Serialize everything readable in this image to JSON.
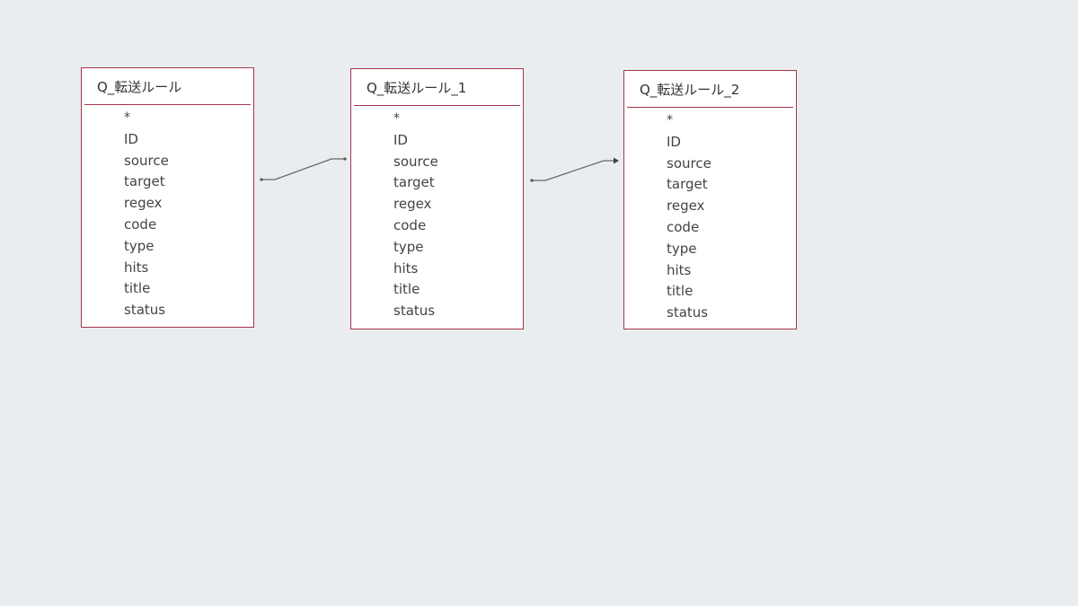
{
  "tables": [
    {
      "title": "Q_転送ルール",
      "fields": [
        "*",
        "ID",
        "source",
        "target",
        "regex",
        "code",
        "type",
        "hits",
        "title",
        "status"
      ]
    },
    {
      "title": "Q_転送ルール_1",
      "fields": [
        "*",
        "ID",
        "source",
        "target",
        "regex",
        "code",
        "type",
        "hits",
        "title",
        "status"
      ]
    },
    {
      "title": "Q_転送ルール_2",
      "fields": [
        "*",
        "ID",
        "source",
        "target",
        "regex",
        "code",
        "type",
        "hits",
        "title",
        "status"
      ]
    }
  ],
  "joins": [
    {
      "from_table": "Q_転送ルール",
      "from_field": "target",
      "to_table": "Q_転送ルール_1",
      "to_field": "source"
    },
    {
      "from_table": "Q_転送ルール_1",
      "from_field": "target",
      "to_table": "Q_転送ルール_2",
      "to_field": "source"
    }
  ],
  "colors": {
    "background": "#eaedef",
    "table_border": "#a4374b",
    "join_line": "#666666"
  }
}
